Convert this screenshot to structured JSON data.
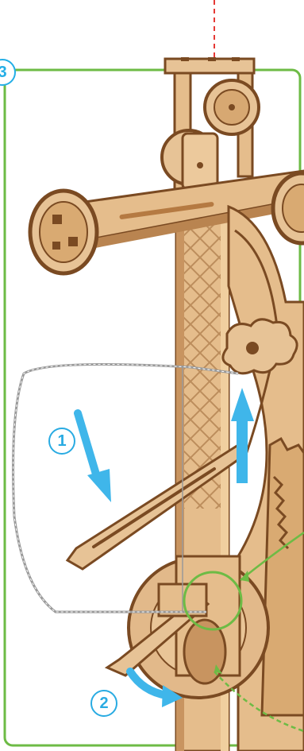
{
  "step_number": "3",
  "callouts": [
    {
      "label": "1"
    },
    {
      "label": "2"
    }
  ],
  "colors": {
    "frame_green": "#6dbb45",
    "arrow_blue": "#3fb6ea",
    "wood": "#e2b98a",
    "wood_dark": "#7a4a22",
    "axis_red": "#e53935"
  }
}
